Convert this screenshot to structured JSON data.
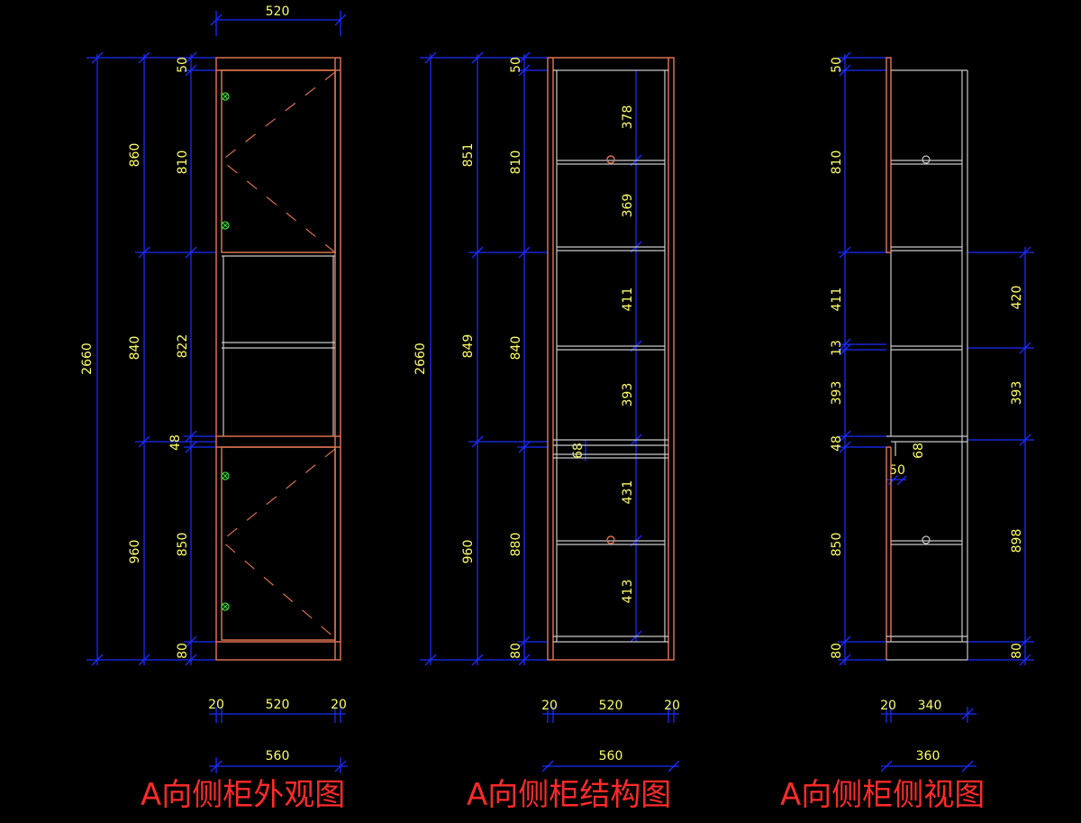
{
  "views": [
    {
      "caption": "A向侧柜外观图",
      "dims": {
        "top_width": "520",
        "total_height": "2660",
        "upper": "860",
        "middle": "840",
        "lower": "960",
        "d_top": "50",
        "d_upper": "810",
        "d_middle": "822",
        "d_sep": "48",
        "d_lower": "850",
        "d_base": "80",
        "bottom_left": "20",
        "bottom_mid": "520",
        "bottom_right": "20",
        "bottom_total": "560"
      }
    },
    {
      "caption": "A向侧柜结构图",
      "dims": {
        "total_height": "2660",
        "upper": "851",
        "middle": "849",
        "lower": "960",
        "d_top": "50",
        "d_upper": "810",
        "d_middle": "840",
        "d_lower": "880",
        "d_base": "80",
        "shelves": [
          "378",
          "369",
          "411",
          "393",
          "431",
          "413"
        ],
        "rail": "68",
        "bottom_left": "20",
        "bottom_mid": "520",
        "bottom_right": "20",
        "bottom_total": "560"
      }
    },
    {
      "caption": "A向侧柜侧视图",
      "dims": {
        "d_top": "50",
        "d_upper": "810",
        "d_411": "411",
        "d_13": "13",
        "d_393": "393",
        "d_48": "48",
        "d_850": "850",
        "d_80": "80",
        "r_420": "420",
        "r_393": "393",
        "r_898": "898",
        "r_80": "80",
        "rail": "68",
        "step": "50",
        "bottom_left": "20",
        "bottom_mid": "340",
        "bottom_total": "360"
      }
    }
  ]
}
